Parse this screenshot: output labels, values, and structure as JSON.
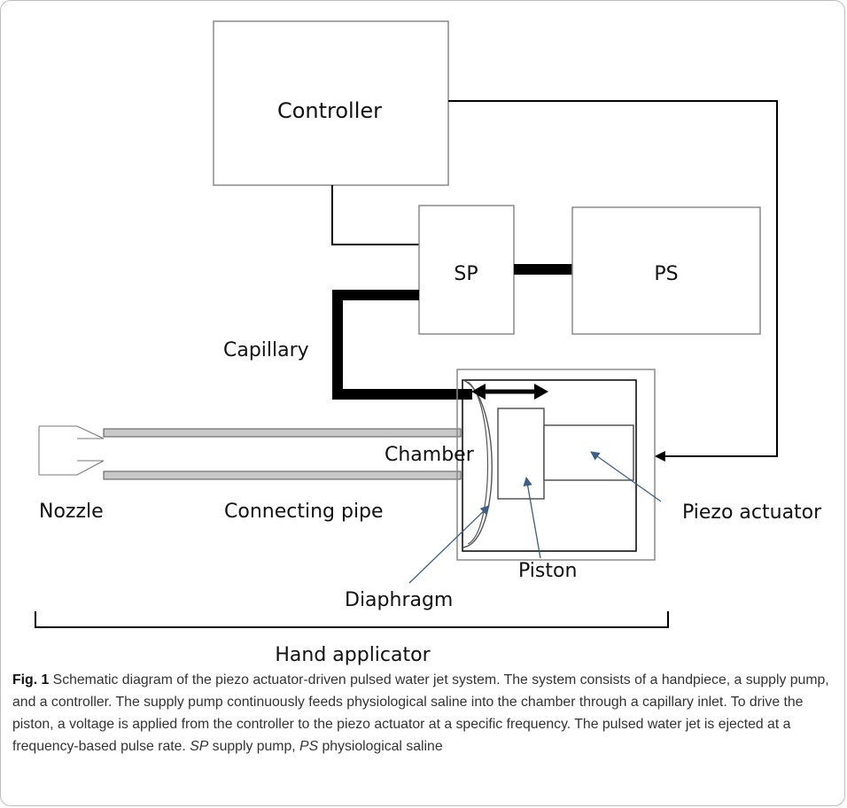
{
  "diagram": {
    "labels": {
      "controller": "Controller",
      "sp": "SP",
      "ps": "PS",
      "capillary": "Capillary",
      "chamber": "Chamber",
      "nozzle": "Nozzle",
      "connecting_pipe": "Connecting pipe",
      "piezo_actuator": "Piezo actuator",
      "piston": "Piston",
      "diaphragm": "Diaphragm",
      "hand_applicator": "Hand applicator"
    }
  },
  "caption": {
    "fig_label": "Fig. 1",
    "text_1": "Schematic diagram of the piezo actuator-driven pulsed water jet system. The system consists of a handpiece, a supply pump, and a controller. The supply pump continuously feeds physiological saline into the chamber through a capillary inlet. To drive the piston, a voltage is applied from the controller to the piezo actuator at a specific frequency. The pulsed water jet is ejected at a frequency-based pulse rate. ",
    "abbr_sp": "SP",
    "text_2": " supply pump, ",
    "abbr_ps": "PS",
    "text_3": " physiological saline"
  }
}
